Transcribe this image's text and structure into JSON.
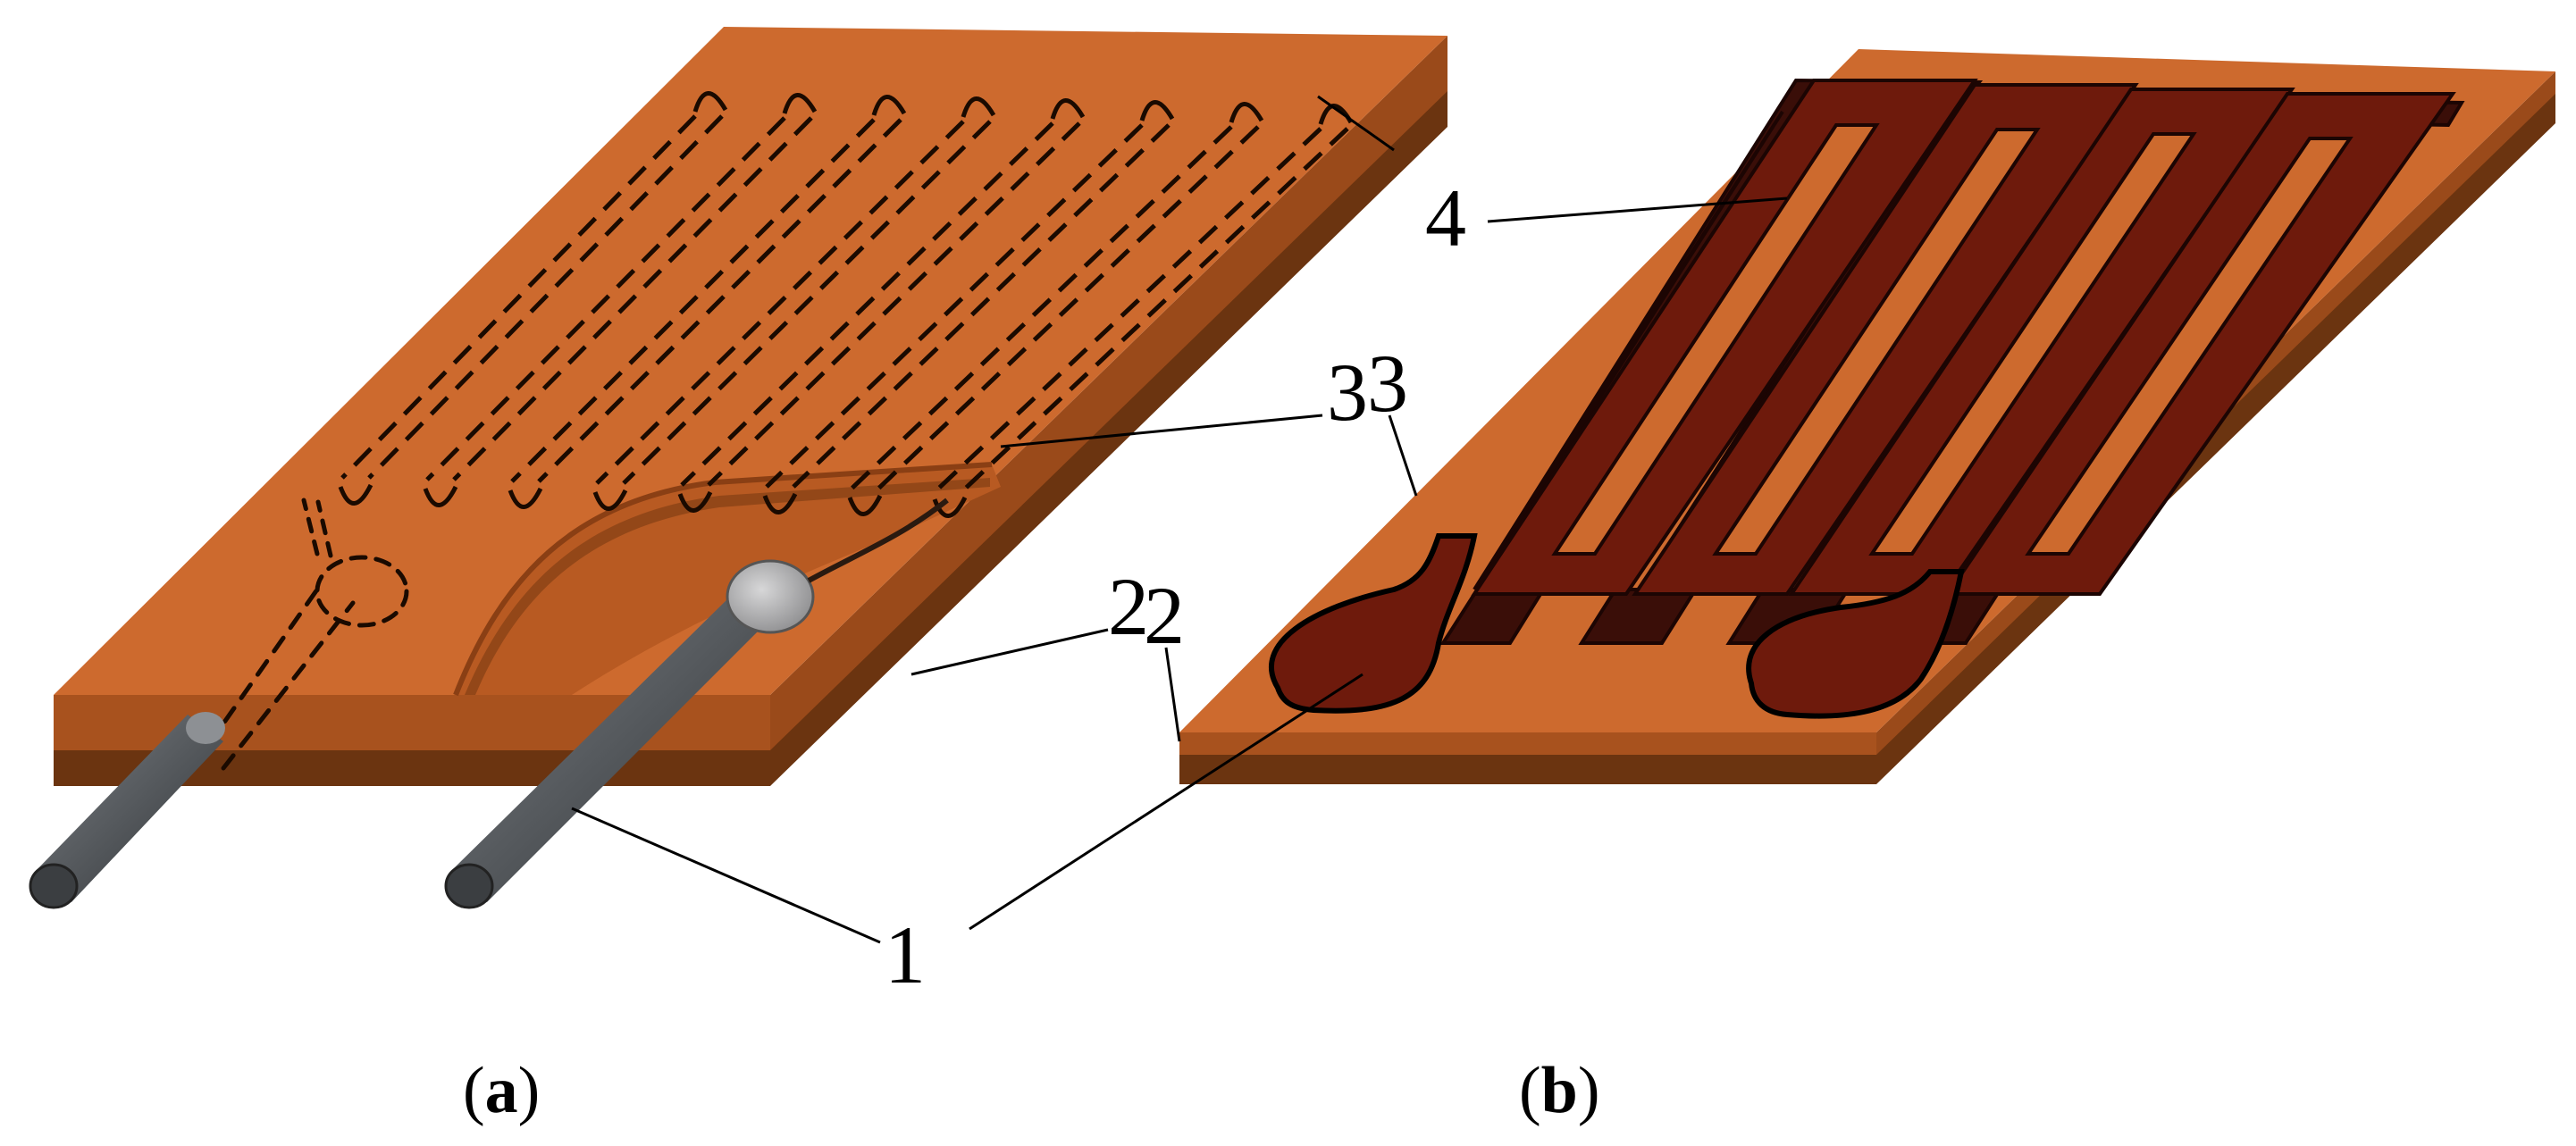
{
  "figure": {
    "panels": [
      {
        "id": "a",
        "label_open": "(",
        "label_letter": "a",
        "label_close": ")"
      },
      {
        "id": "b",
        "label_open": "(",
        "label_letter": "b",
        "label_close": ")"
      }
    ],
    "callouts": {
      "c1": "1",
      "c2a": "2",
      "c2b": "2",
      "c3a": "3",
      "c3b": "3",
      "c4": "4"
    },
    "colors": {
      "substrate_top": "#cd6a2e",
      "substrate_front": "#a8521e",
      "substrate_bottom": "#6b3410",
      "trace": "#3a0e08",
      "pad": "#6e1a0c",
      "lead_wire": "#5b5f63",
      "solder_ball": "#a9a9ab"
    }
  }
}
